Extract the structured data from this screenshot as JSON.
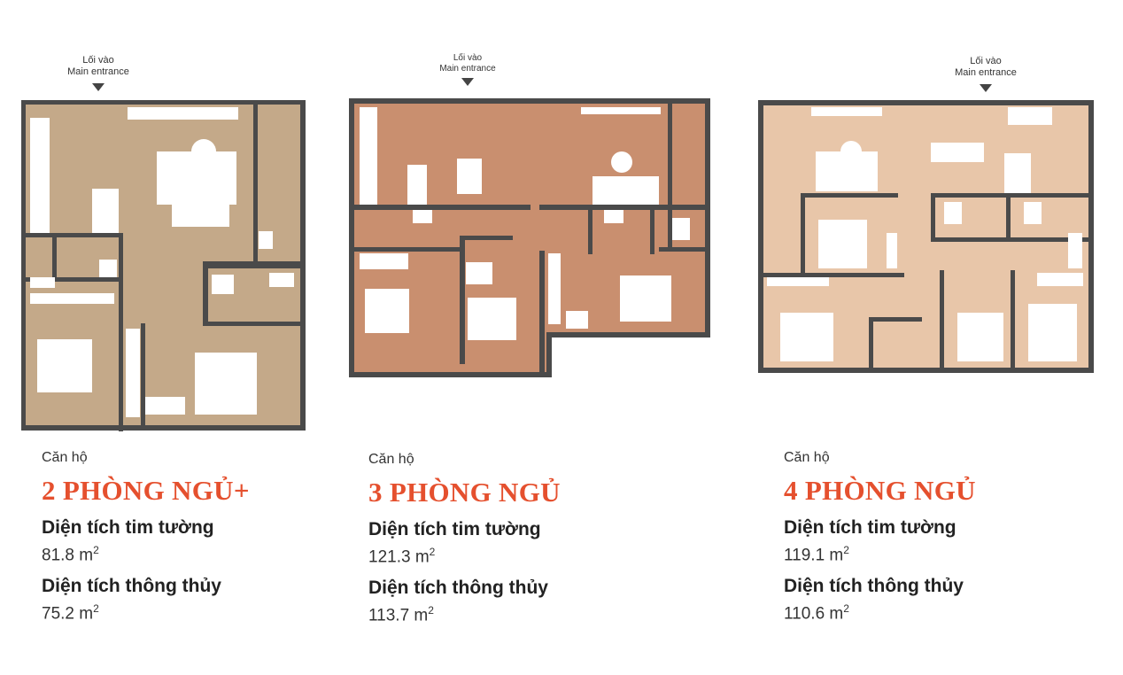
{
  "entrance": {
    "vi": "Lối vào",
    "en": "Main entrance"
  },
  "colors": {
    "accent": "#e5502e",
    "wall": "#4a4a4a",
    "plan1": "#c4a989",
    "plan2": "#c98f6f",
    "plan3": "#e8c6a9"
  },
  "apartments": [
    {
      "kind": "Căn hộ",
      "title": "2 PHÒNG NGỦ+",
      "wall_area_label": "Diện tích tim tường",
      "wall_area": "81.8 m",
      "clear_area_label": "Diện tích thông thủy",
      "clear_area": "75.2 m",
      "unit_sup": "2"
    },
    {
      "kind": "Căn hộ",
      "title": "3 PHÒNG NGỦ",
      "wall_area_label": "Diện tích tim tường",
      "wall_area": "121.3 m",
      "clear_area_label": "Diện tích thông thủy",
      "clear_area": "113.7 m",
      "unit_sup": "2"
    },
    {
      "kind": "Căn hộ",
      "title": "4 PHÒNG NGỦ",
      "wall_area_label": "Diện tích tim tường",
      "wall_area": "119.1 m",
      "clear_area_label": "Diện tích thông thủy",
      "clear_area": "110.6 m",
      "unit_sup": "2"
    }
  ]
}
